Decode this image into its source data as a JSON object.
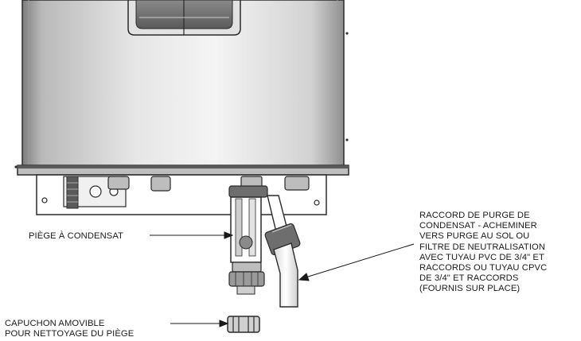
{
  "labels": {
    "condensate_trap": "PIÈGE À CONDENSAT",
    "removable_cap": [
      "CAPUCHON AMOVIBLE",
      "POUR NETTOYAGE DU PIÈGE"
    ],
    "drain_fitting": [
      "RACCORD DE PURGE DE",
      "CONDENSAT - ACHEMINER",
      "VERS PURGE AU SOL OU",
      "FILTRE DE NEUTRALISATION",
      "AVEC TUYAU PVC DE 3/4\" ET",
      "RACCORDS OU TUYAU CPVC",
      "DE 3/4\" ET RACCORDS",
      "(FOURNIS SUR PLACE)"
    ]
  }
}
